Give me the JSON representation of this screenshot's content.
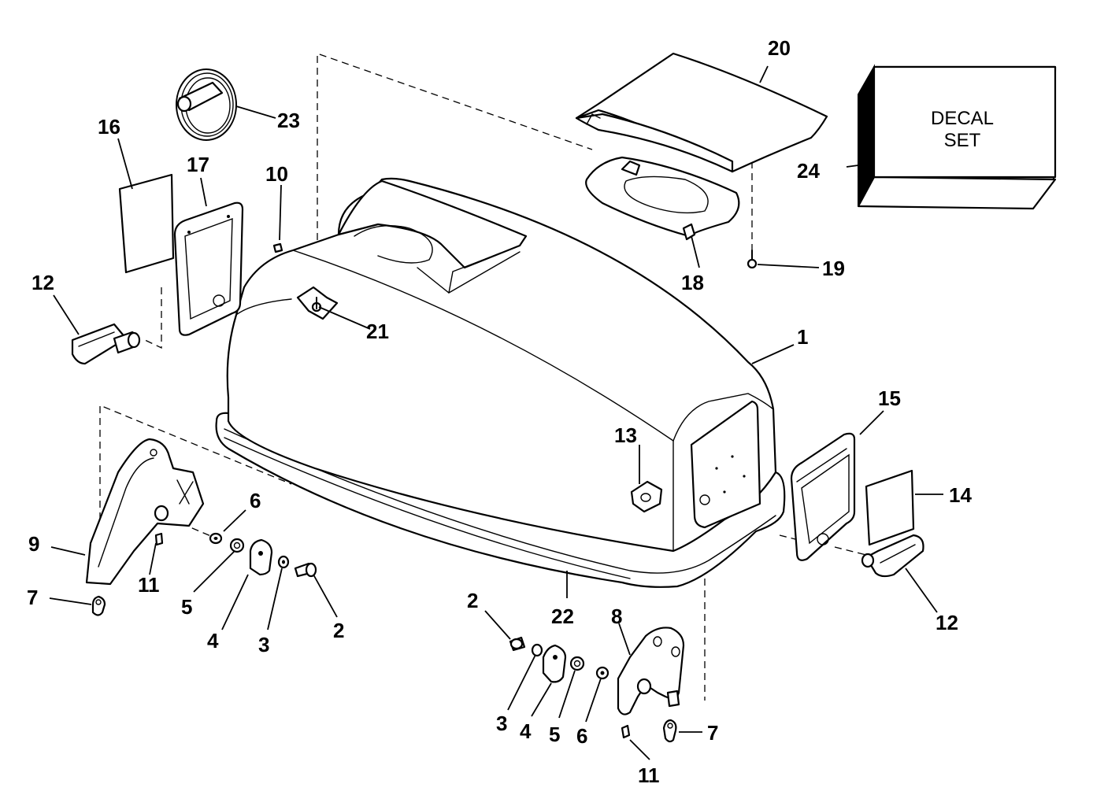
{
  "decal": {
    "line1": "DECAL",
    "line2": "SET"
  },
  "callouts": [
    {
      "id": "c1",
      "label": "1"
    },
    {
      "id": "c2a",
      "label": "2"
    },
    {
      "id": "c2b",
      "label": "2"
    },
    {
      "id": "c3a",
      "label": "3"
    },
    {
      "id": "c3b",
      "label": "3"
    },
    {
      "id": "c4a",
      "label": "4"
    },
    {
      "id": "c4b",
      "label": "4"
    },
    {
      "id": "c5a",
      "label": "5"
    },
    {
      "id": "c5b",
      "label": "5"
    },
    {
      "id": "c6a",
      "label": "6"
    },
    {
      "id": "c6b",
      "label": "6"
    },
    {
      "id": "c7a",
      "label": "7"
    },
    {
      "id": "c7b",
      "label": "7"
    },
    {
      "id": "c8",
      "label": "8"
    },
    {
      "id": "c9",
      "label": "9"
    },
    {
      "id": "c10",
      "label": "10"
    },
    {
      "id": "c11a",
      "label": "11"
    },
    {
      "id": "c11b",
      "label": "11"
    },
    {
      "id": "c12a",
      "label": "12"
    },
    {
      "id": "c12b",
      "label": "12"
    },
    {
      "id": "c13",
      "label": "13"
    },
    {
      "id": "c14",
      "label": "14"
    },
    {
      "id": "c15",
      "label": "15"
    },
    {
      "id": "c16",
      "label": "16"
    },
    {
      "id": "c17",
      "label": "17"
    },
    {
      "id": "c18",
      "label": "18"
    },
    {
      "id": "c19",
      "label": "19"
    },
    {
      "id": "c20",
      "label": "20"
    },
    {
      "id": "c21",
      "label": "21"
    },
    {
      "id": "c22",
      "label": "22"
    },
    {
      "id": "c23",
      "label": "23"
    },
    {
      "id": "c24",
      "label": "24"
    }
  ]
}
